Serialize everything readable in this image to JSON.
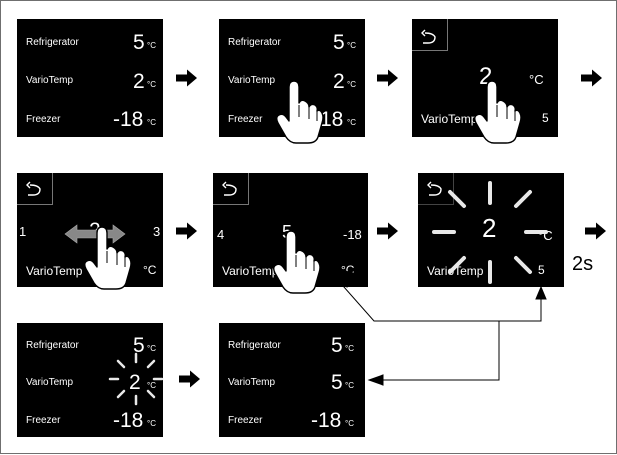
{
  "rows": [
    {
      "label": "Refrigerator",
      "value": "5",
      "unit": "°C"
    },
    {
      "label": "VarioTemp",
      "value": "2",
      "unit": "°C"
    },
    {
      "label": "Freezer",
      "value": "-18",
      "unit": "°C"
    }
  ],
  "rows_after": [
    {
      "label": "Refrigerator",
      "value": "5",
      "unit": "°C"
    },
    {
      "label": "VarioTemp",
      "value": "5",
      "unit": "°C"
    },
    {
      "label": "Freezer",
      "value": "-18",
      "unit": "°C"
    }
  ],
  "edit": {
    "unit": "°C",
    "zone_label": "VarioTemp",
    "scale_min": "1",
    "scale_max": "3",
    "scale_min_right": "4",
    "scale_max_right": "-18",
    "current_value": "2",
    "selected_value": "5",
    "panel3_value": "2"
  },
  "timer_label": "2s",
  "icons": {
    "back": "back-arrow-icon",
    "hand": "hand-pointer-icon",
    "arrow": "right-arrow-icon"
  }
}
